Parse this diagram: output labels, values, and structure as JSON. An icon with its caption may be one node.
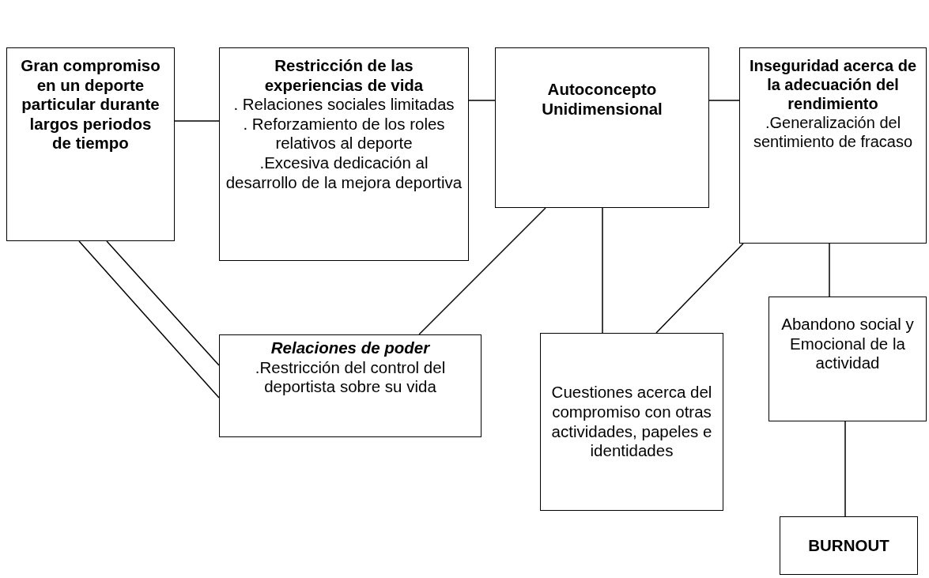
{
  "diagram": {
    "nodes": [
      {
        "text": [
          "Gran compromiso en un deporte particular durante largos periodos de tiempo"
        ]
      },
      {
        "text": [
          "Restricción de las experiencias de vida",
          ". Relaciones sociales limitadas",
          ". Reforzamiento de los roles relativos al deporte",
          ".Excesiva dedicación al desarrollo de la mejora deportiva"
        ]
      },
      {
        "text": [
          "Autoconcepto Unidimensional"
        ]
      },
      {
        "text": [
          "Inseguridad acerca de la adecuación del rendimiento",
          ".Generalización del sentimiento de fracaso"
        ]
      },
      {
        "text": [
          "Relaciones de poder",
          ".Restricción del control del deportista sobre su vida"
        ]
      },
      {
        "text": [
          "Cuestiones acerca del compromiso con otras actividades, papeles e identidades"
        ]
      },
      {
        "text": [
          "Abandono social y Emocional de la actividad"
        ]
      },
      {
        "text": [
          "BURNOUT"
        ]
      }
    ],
    "edges": [
      {
        "from": 0,
        "to": 1,
        "arrow": "none"
      },
      {
        "from": 1,
        "to": 2,
        "arrow": "none"
      },
      {
        "from": 2,
        "to": 3,
        "arrow": "none"
      },
      {
        "from": 2,
        "to": 4,
        "arrow": "none"
      },
      {
        "from": 2,
        "to": 5,
        "arrow": "none"
      },
      {
        "from": 3,
        "to": 5,
        "arrow": "none"
      },
      {
        "from": 3,
        "to": 6,
        "arrow": "none"
      },
      {
        "from": 6,
        "to": 7,
        "arrow": "none"
      },
      {
        "from": 0,
        "to": 4,
        "arrow": "none"
      },
      {
        "from": 0,
        "to": 4,
        "arrow": "none"
      }
    ]
  }
}
